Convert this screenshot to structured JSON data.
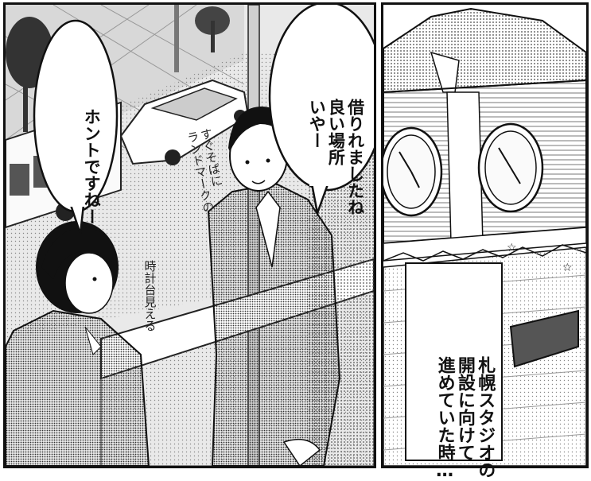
{
  "bubbles": {
    "man_speech": [
      "いやー",
      "良い場所",
      "借りれましたね"
    ],
    "woman_speech": "ホントですねー"
  },
  "side_notes": {
    "landmark": [
      "すぐそばに",
      "ランドマークの"
    ],
    "clock_tower": "時計台見える"
  },
  "caption": [
    "札幌スタジオの",
    "開設に向けて",
    "進めていた時…"
  ]
}
